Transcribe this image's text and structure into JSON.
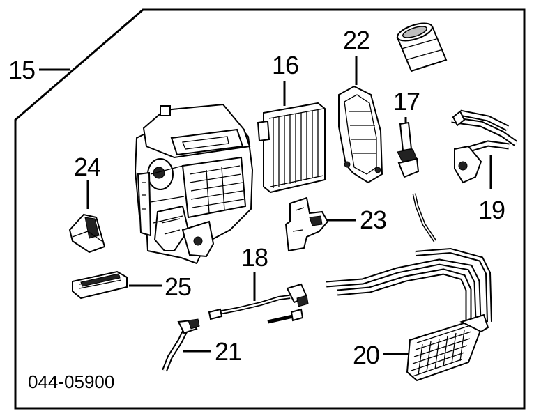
{
  "callouts": {
    "p15": "15",
    "p16": "16",
    "p17": "17",
    "p18": "18",
    "p19": "19",
    "p20": "20",
    "p21": "21",
    "p22": "22",
    "p23": "23",
    "p24": "24",
    "p25": "25"
  },
  "diagram_code": "044-05900"
}
